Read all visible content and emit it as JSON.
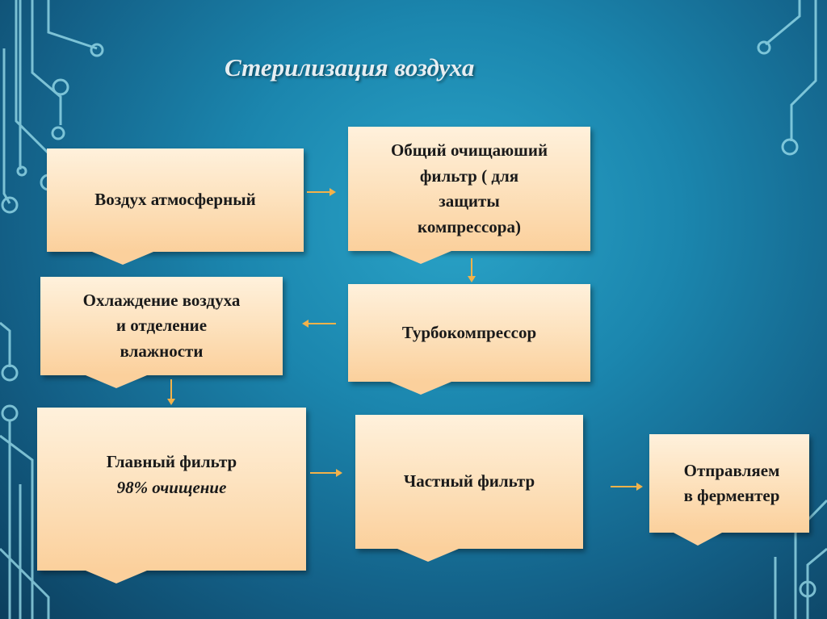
{
  "title": "Стерилизация воздуха",
  "steps": {
    "air": "Воздух атмосферный",
    "general_filter": [
      "Общий очищаюший",
      "фильтр  ( для",
      "защиты",
      "компрессора)"
    ],
    "turbo": "Турбокомпрессор",
    "cooling": [
      "Охлаждение воздуха",
      "и отделение",
      "влажности"
    ],
    "main_filter": "Главный фильтр",
    "main_filter_note": "98% очищение",
    "private_filter": "Частный фильтр",
    "send": [
      "Отправляем",
      "в ферментер"
    ]
  },
  "colors": {
    "box_top": "#fff1dc",
    "box_bottom": "#fbd09c",
    "arrow": "#f3b24a",
    "circuit": "#9fe3f0"
  }
}
